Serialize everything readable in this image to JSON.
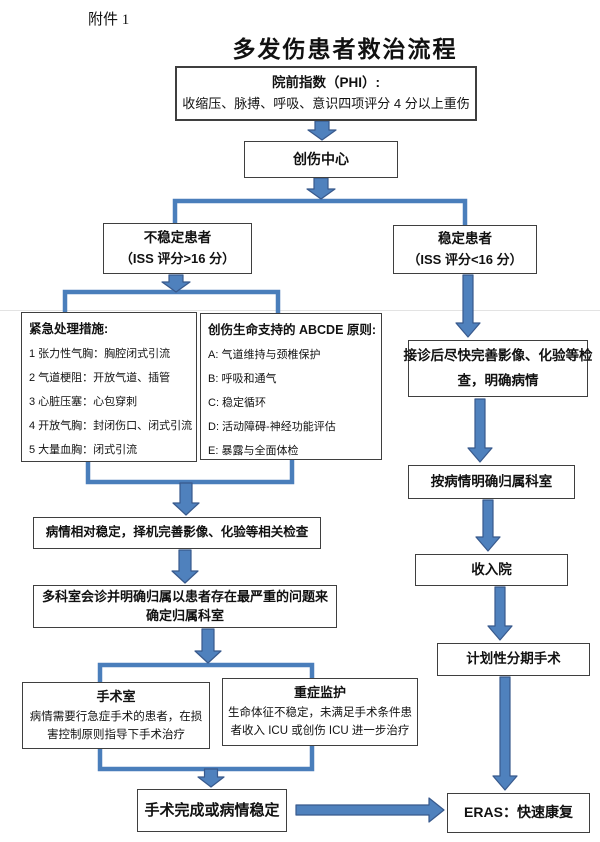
{
  "page": {
    "attachment_label": "附件 1",
    "title": "多发伤患者救治流程"
  },
  "colors": {
    "arrow_fill": "#4f81bd",
    "arrow_stroke": "#38598c",
    "connector_line": "#4a7ebb",
    "box_border": "#3f3f3f"
  },
  "flow": {
    "phi": {
      "title": "院前指数（PHI）:",
      "detail": "收缩压、脉搏、呼吸、意识四项评分 4 分以上重伤"
    },
    "trauma_center": {
      "label": "创伤中心"
    },
    "unstable": {
      "line1": "不稳定患者",
      "line2": "（ISS 评分>16 分）"
    },
    "stable": {
      "line1": "稳定患者",
      "line2": "（ISS 评分<16 分）"
    },
    "emergency": {
      "title": "紧急处理措施:",
      "items": [
        "1 张力性气胸：胸腔闭式引流",
        "2 气道梗阻：开放气道、插管",
        "3 心脏压塞：心包穿刺",
        "4 开放气胸：封闭伤口、闭式引流",
        "5 大量血胸：闭式引流"
      ]
    },
    "abcde": {
      "title": "创伤生命支持的 ABCDE 原则:",
      "items": [
        "A: 气道维持与颈椎保护",
        "B: 呼吸和通气",
        "C: 稳定循环",
        "D: 活动障碍-神经功能评估",
        "E: 暴露与全面体检"
      ]
    },
    "relative_stable": {
      "label": "病情相对稳定，择机完善影像、化验等相关检查"
    },
    "mdt": {
      "line1": "多科室会诊并明确归属以患者存在最严重的问题来",
      "line2": "确定归属科室"
    },
    "operating_room": {
      "title": "手术室",
      "line1": "病情需要行急症手术的患者，在损",
      "line2": "害控制原则指导下手术治疗"
    },
    "icu": {
      "title": "重症监护",
      "line1": "生命体征不稳定，未满足手术条件患",
      "line2": "者收入 ICU 或创伤 ICU 进一步治疗"
    },
    "surgery_done": {
      "label": "手术完成或病情稳定"
    },
    "eras": {
      "label": "ERAS：快速康复"
    },
    "workup": {
      "line1": "接诊后尽快完善影像、化验等检",
      "line2": "查，明确病情"
    },
    "assign_dept": {
      "label": "按病情明确归属科室"
    },
    "admission": {
      "label": "收入院"
    },
    "staged_surgery": {
      "label": "计划性分期手术"
    }
  }
}
